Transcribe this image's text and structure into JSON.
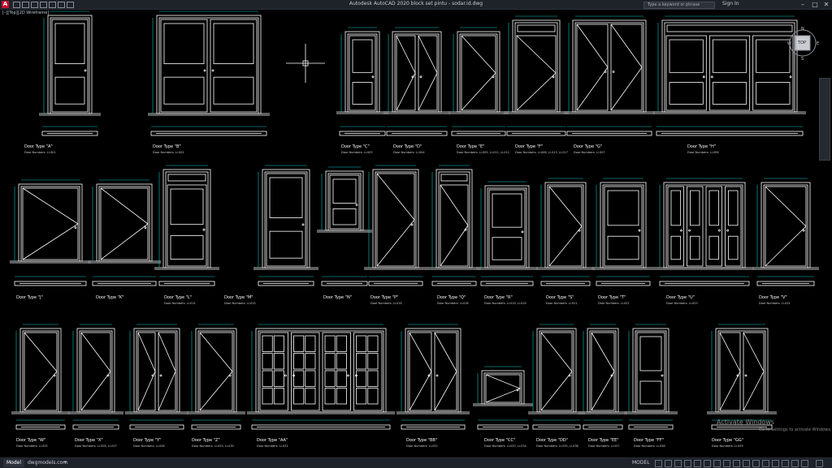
{
  "app": {
    "logo": "A",
    "title": "Autodesk AutoCAD 2020    block set pintu - sodar.id.dwg",
    "search_placeholder": "Type a keyword or phrase",
    "sign_in": "Sign In",
    "window_controls": [
      "–",
      "□",
      "✕"
    ]
  },
  "viewport": {
    "label": "[–][Top][2D Wireframe]",
    "viewcube_label": "TOP",
    "compass": {
      "n": "N",
      "s": "S",
      "w": "W",
      "e": "E"
    }
  },
  "watermark": {
    "title": "Activate Windows",
    "subtitle": "Go to Settings to activate Windows."
  },
  "status": {
    "tabs": [
      "Model",
      "dwgmodels.com"
    ],
    "add_tab": "+",
    "model_label": "MODEL"
  },
  "colors": {
    "background": "#000000",
    "lines": "#ffffff",
    "dims": "#00c8c8",
    "accent": "#c8102e"
  },
  "doors_row1": [
    {
      "caption": "Door Type \"A\"",
      "sub": "Door Numbers: LI-001"
    },
    {
      "caption": "Door Type \"B\"",
      "sub": "Door Numbers: LI-002"
    },
    {
      "caption": "Door Type \"C\"",
      "sub": "Door Numbers: LI-003"
    },
    {
      "caption": "Door Type \"D\"",
      "sub": "Door Numbers: LI-004"
    },
    {
      "caption": "Door Type \"E\"",
      "sub": "Door Numbers: LI-005, LI-011, LI-012"
    },
    {
      "caption": "Door Type \"F\"",
      "sub": "Door Numbers: LI-006, LI-013, LI-017"
    },
    {
      "caption": "Door Type \"G\"",
      "sub": "Door Numbers: LI-007"
    },
    {
      "caption": "Door Type \"H\"",
      "sub": "Door Numbers: LI-008"
    }
  ],
  "doors_row2": [
    {
      "caption": "Door Type \"J\"",
      "sub": ""
    },
    {
      "caption": "Door Type \"K\"",
      "sub": ""
    },
    {
      "caption": "Door Type \"L\"",
      "sub": "Door Numbers: LI-014"
    },
    {
      "caption": "Door Type \"M\"",
      "sub": "Door Numbers: LI-015"
    },
    {
      "caption": "Door Type \"N\"",
      "sub": ""
    },
    {
      "caption": "Door Type \"P\"",
      "sub": "Door Numbers: LI-016"
    },
    {
      "caption": "Door Type \"Q\"",
      "sub": "Door Numbers: LI-018"
    },
    {
      "caption": "Door Type \"R\"",
      "sub": "Door Numbers: LI-019, LI-020"
    },
    {
      "caption": "Door Type \"S\"",
      "sub": "Door Numbers: LI-021"
    },
    {
      "caption": "Door Type \"T\"",
      "sub": "Door Numbers: LI-022"
    },
    {
      "caption": "Door Type \"U\"",
      "sub": "Door Numbers: LI-023"
    },
    {
      "caption": "Door Type \"V\"",
      "sub": "Door Numbers: LI-024"
    }
  ],
  "doors_row3": [
    {
      "caption": "Door Type \"W\"",
      "sub": "Door Numbers: LI-025"
    },
    {
      "caption": "Door Type \"X\"",
      "sub": "Door Numbers: LI-026, LI-027"
    },
    {
      "caption": "Door Type \"Y\"",
      "sub": "Door Numbers: LI-028"
    },
    {
      "caption": "Door Type \"Z\"",
      "sub": "Door Numbers: LI-029, LI-030"
    },
    {
      "caption": "Door Type \"AA\"",
      "sub": "Door Numbers: LI-031"
    },
    {
      "caption": "Door Type \"BB\"",
      "sub": "Door Numbers: LI-032"
    },
    {
      "caption": "Door Type \"CC\"",
      "sub": "Door Numbers: LI-033, LI-034"
    },
    {
      "caption": "Door Type \"DD\"",
      "sub": "Door Numbers: LI-035, LI-036"
    },
    {
      "caption": "Door Type \"EE\"",
      "sub": "Door Numbers: LI-037"
    },
    {
      "caption": "Door Type \"FF\"",
      "sub": "Door Numbers: LI-038"
    },
    {
      "caption": "Door Type \"GG\"",
      "sub": "Door Numbers: LI-039"
    }
  ]
}
